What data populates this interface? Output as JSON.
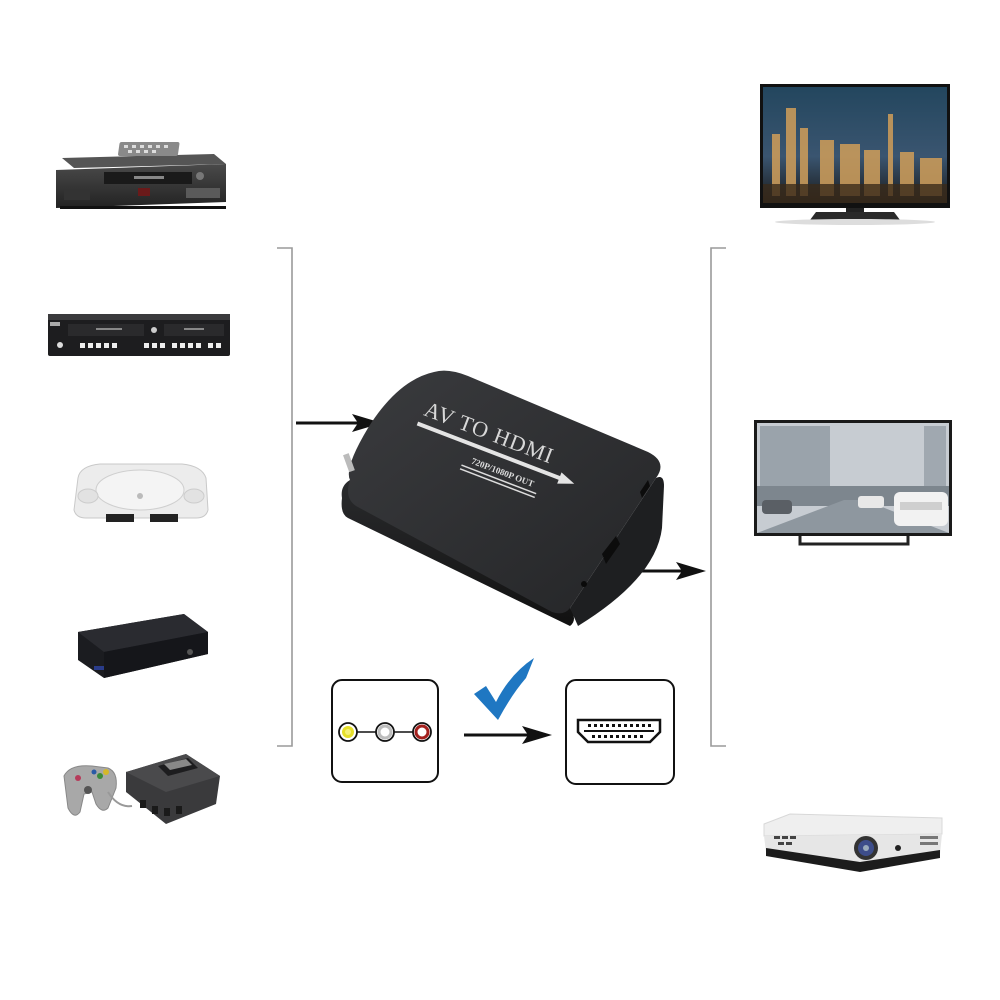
{
  "converter": {
    "title": "AV TO HDMI",
    "subtitle": "720P/1080P OUT",
    "body_color": "#2e2f31"
  },
  "sources": [
    {
      "name": "VCR with remote",
      "icon": "vcr-icon"
    },
    {
      "name": "DVD/VCR combo",
      "icon": "dvd-vcr-combo-icon"
    },
    {
      "name": "PlayStation One (white)",
      "icon": "ps-one-console-icon"
    },
    {
      "name": "PlayStation 2 (black)",
      "icon": "ps2-console-icon"
    },
    {
      "name": "Nintendo 64 with controller",
      "icon": "n64-console-icon"
    }
  ],
  "outputs": [
    {
      "name": "TV (night city skyline)",
      "icon": "tv-icon"
    },
    {
      "name": "TV (rainy street)",
      "icon": "tv-icon"
    },
    {
      "name": "Projector",
      "icon": "projector-icon"
    }
  ],
  "connection_legend": {
    "input": {
      "name": "RCA composite (yellow/white/red)",
      "colors": [
        "#e6e02a",
        "#c9c9c9",
        "#a3201d"
      ]
    },
    "check_color": "#1f77c2",
    "output": {
      "name": "HDMI"
    }
  },
  "colors": {
    "bracket": "#9a9a9a",
    "arrow": "#111111"
  }
}
